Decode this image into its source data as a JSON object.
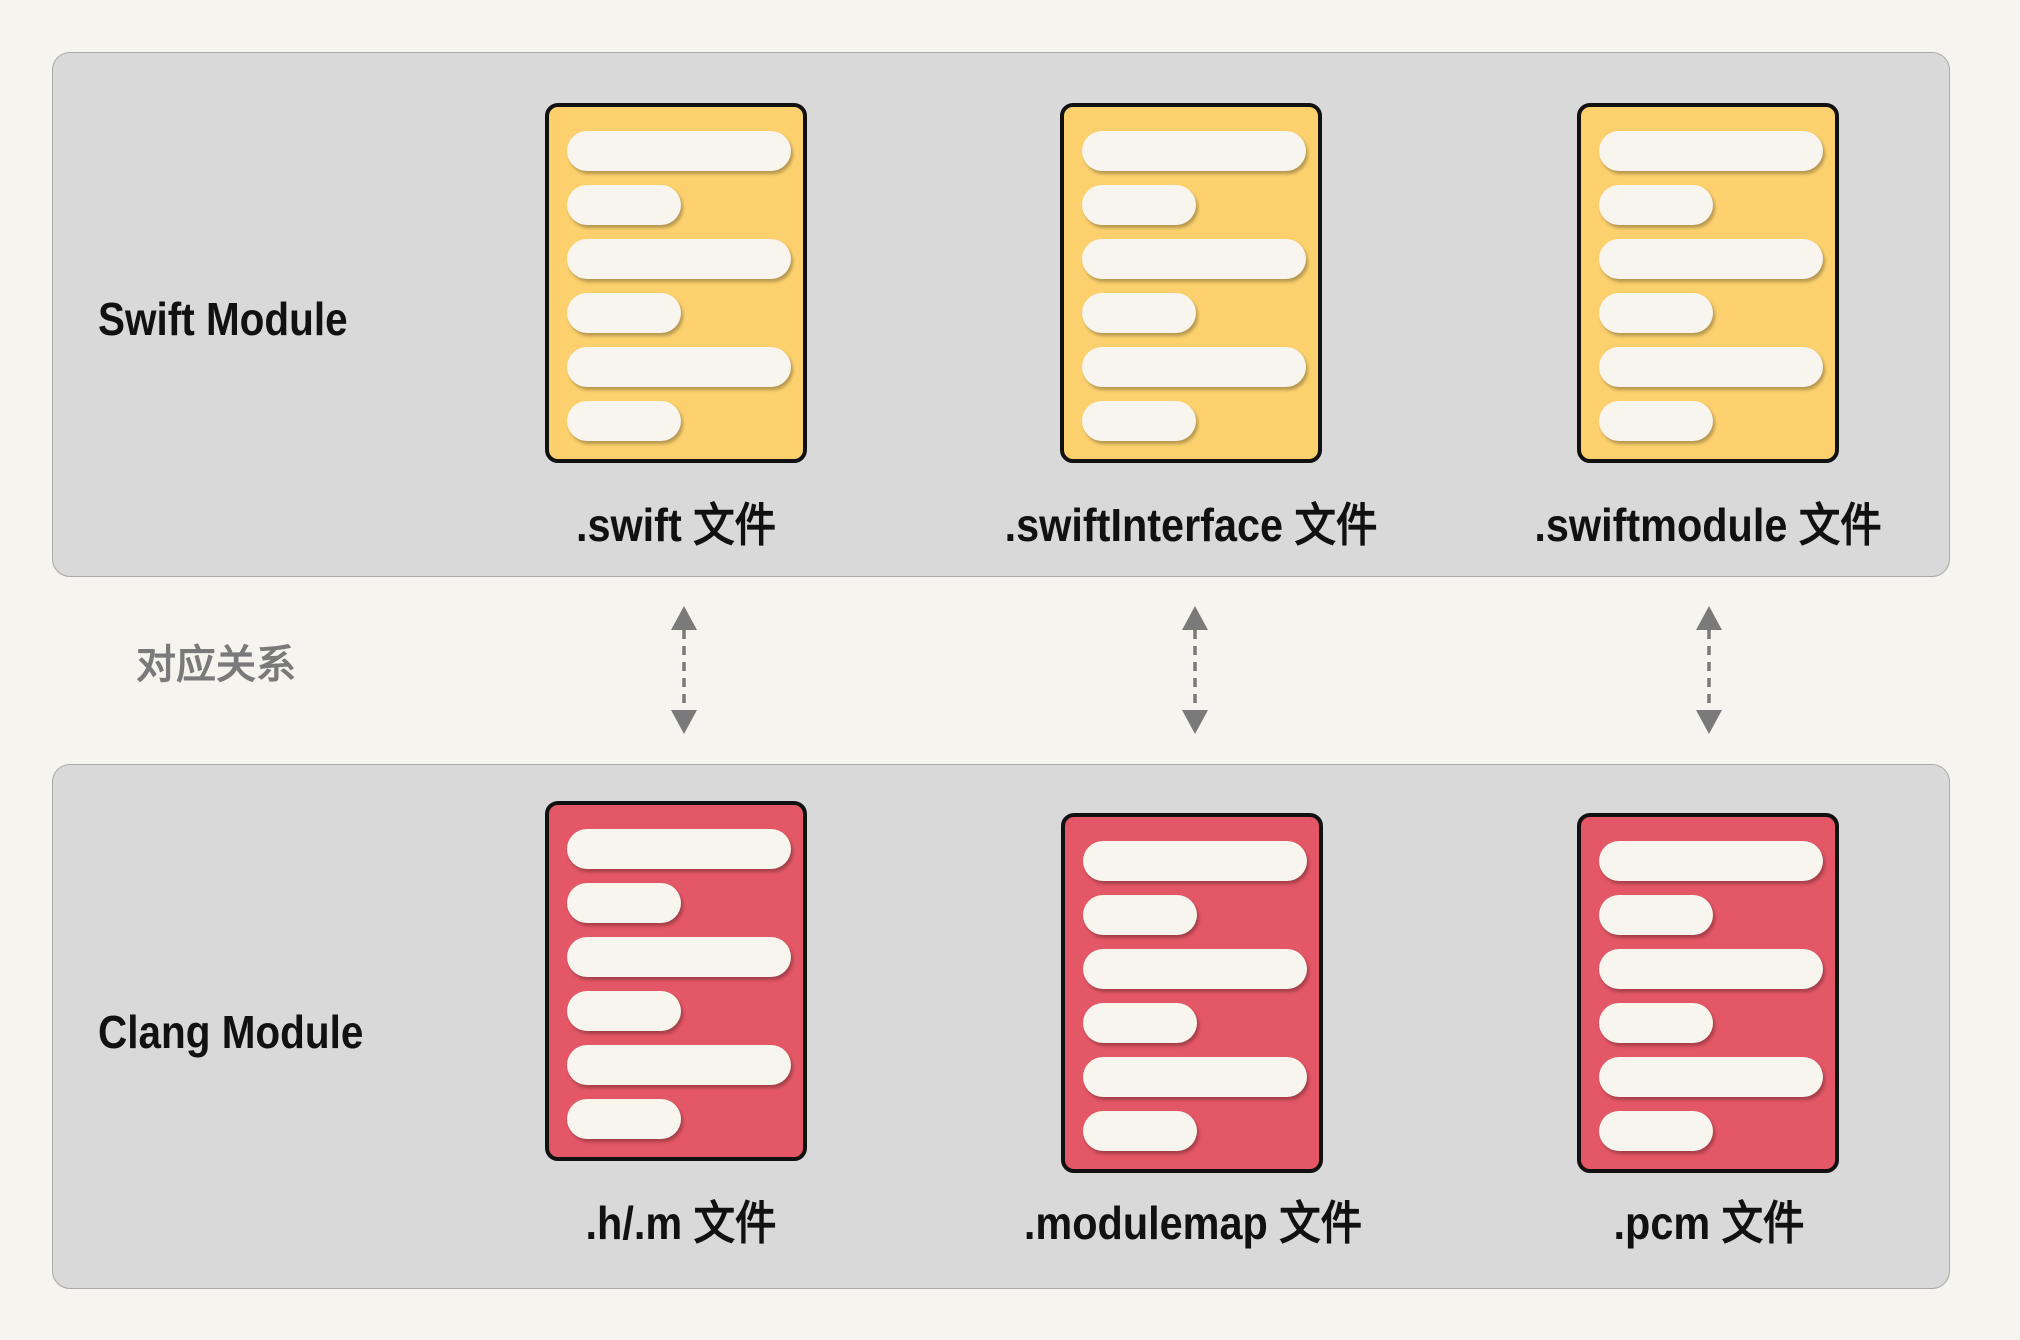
{
  "swift_module": {
    "label": "Swift Module",
    "files": [
      {
        "caption": ".swift 文件"
      },
      {
        "caption": ".swiftInterface 文件"
      },
      {
        "caption": ".swiftmodule 文件"
      }
    ]
  },
  "clang_module": {
    "label": "Clang Module",
    "files": [
      {
        "caption": ".h/.m 文件"
      },
      {
        "caption": ".modulemap 文件"
      },
      {
        "caption": ".pcm 文件"
      }
    ]
  },
  "relation": {
    "label": "对应关系"
  },
  "colors": {
    "swift_doc": "#fcd16d",
    "clang_doc": "#e45766",
    "panel": "#d9d9d9",
    "arrow": "#7a7a7a",
    "background": "#f5f4ee"
  },
  "icons": [
    "document-icon",
    "bidirectional-dashed-arrow"
  ]
}
